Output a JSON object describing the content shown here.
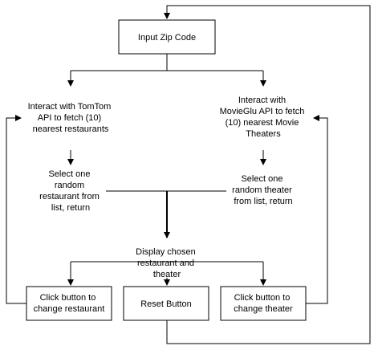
{
  "nodes": {
    "input_zip": "Input Zip Code",
    "tomtom": [
      "Interact with TomTom",
      "API to fetch (10)",
      "nearest restaurants"
    ],
    "movieglu": [
      "Interact with",
      "MovieGlu API to fetch",
      "(10) nearest Movie",
      "Theaters"
    ],
    "select_restaurant": [
      "Select one",
      "random",
      "restaurant from",
      "list, return"
    ],
    "select_theater": [
      "Select one",
      "random theater",
      "from list, return"
    ],
    "display": [
      "Display chosen",
      "restaurant and",
      "theater"
    ],
    "change_restaurant": [
      "Click button to",
      "change restaurant"
    ],
    "reset": "Reset Button",
    "change_theater": [
      "Click button to",
      "change theater"
    ]
  },
  "colors": {
    "stroke": "#000000",
    "fill": "#ffffff",
    "text": "#000000"
  }
}
